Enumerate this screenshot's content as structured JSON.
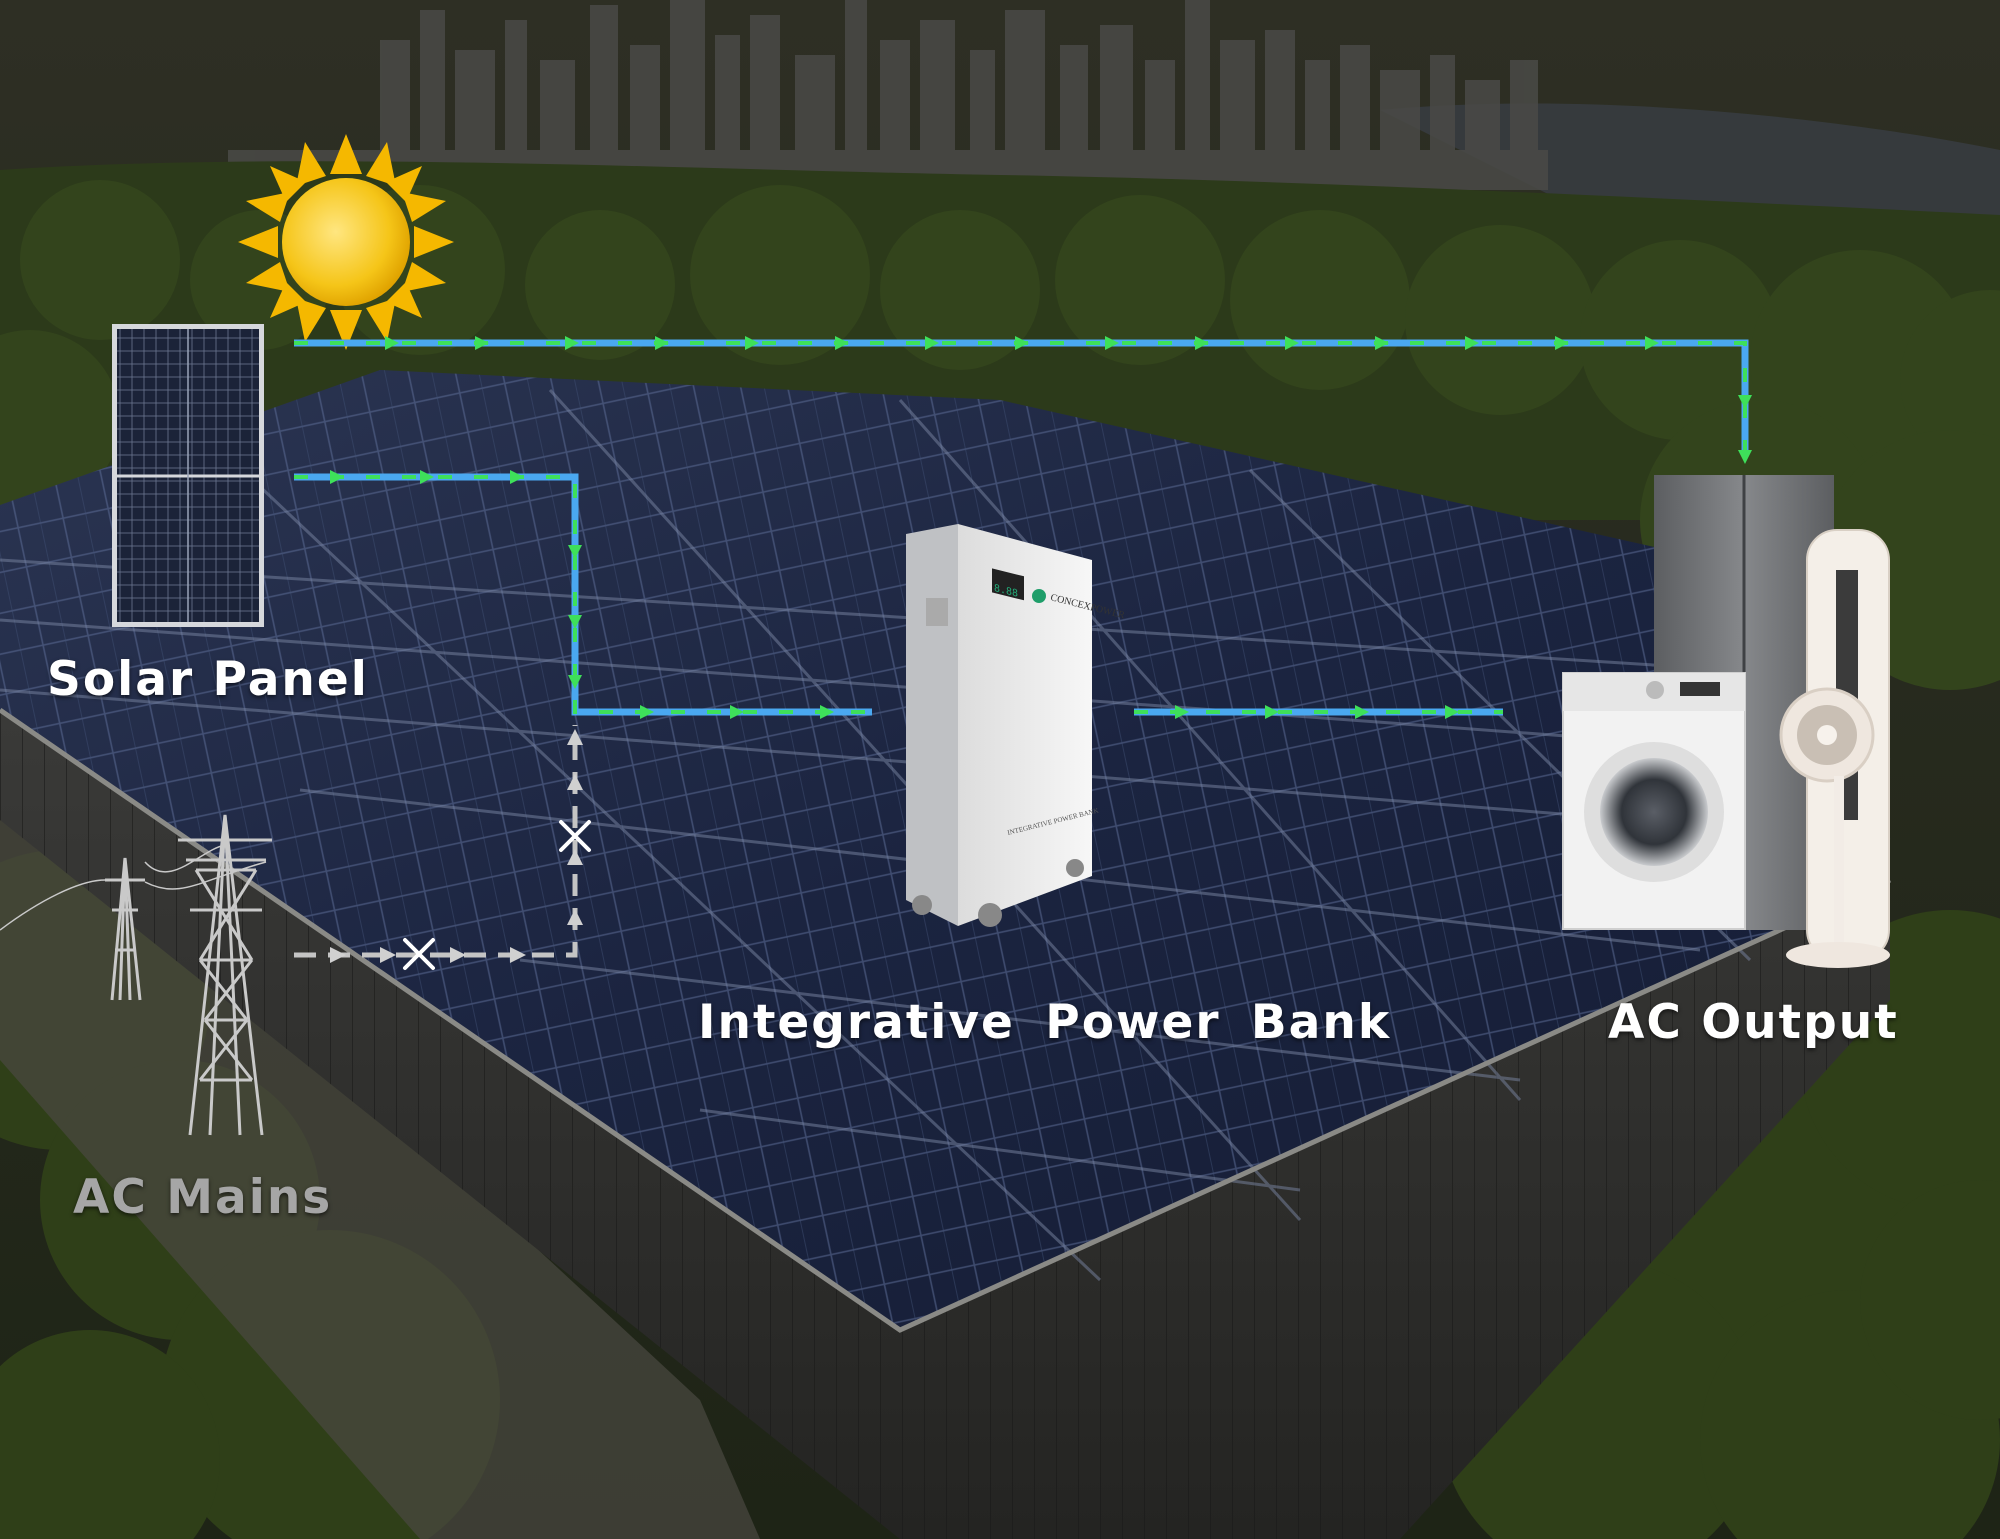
{
  "labels": {
    "solar_panel": "Solar Panel",
    "power_bank": "Integrative  Power Bank",
    "ac_output": "AC Output",
    "ac_mains": "AC Mains"
  },
  "device": {
    "brand": "CONCEXPOWER",
    "model_text": "INTEGRATIVE POWER BANK",
    "display_reading": "8.88"
  },
  "colors": {
    "flow_blue": "#4aa8f0",
    "flow_green": "#3ee05a",
    "mains_line": "#c4c4c4",
    "label_white": "#ffffff",
    "label_grey": "#a6a6a6",
    "sun": "#f5c518"
  }
}
